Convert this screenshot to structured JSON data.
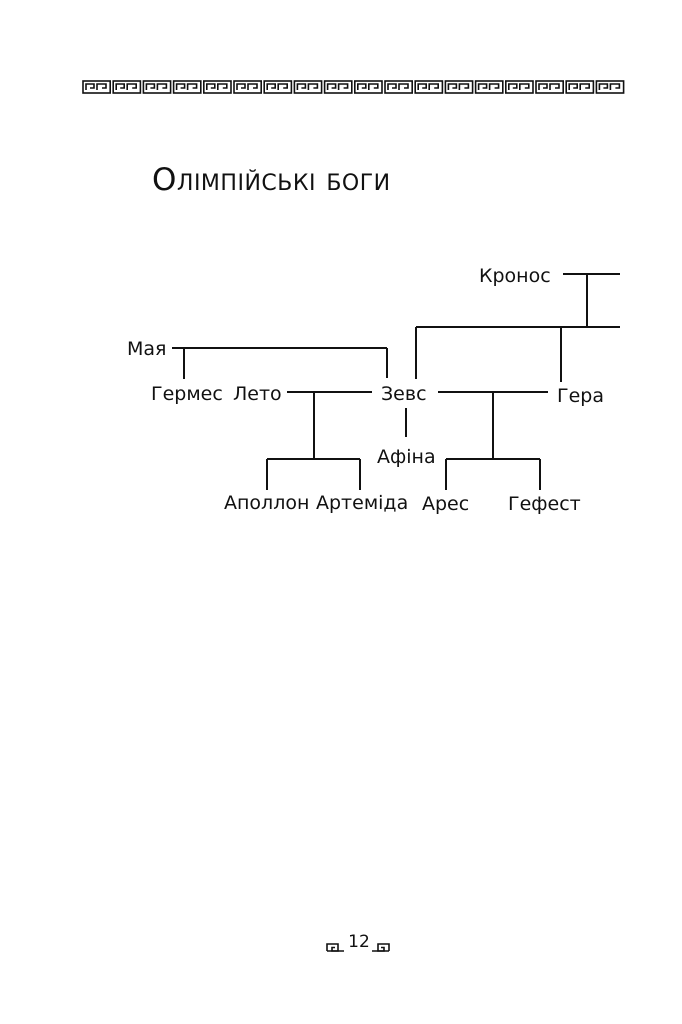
{
  "header": {
    "ornament": "greek-key-border"
  },
  "title": "Олімпійські боги",
  "tree": {
    "names": {
      "kronos": "Кронос",
      "maia": "Мая",
      "hermes": "Гермес",
      "leto": "Лето",
      "zeus": "Зевс",
      "hera": "Гера",
      "athena": "Афіна",
      "apollo": "Аполлон",
      "artemis": "Артеміда",
      "ares": "Арес",
      "hephaestus": "Гефест"
    }
  },
  "footer": {
    "page_number": "12",
    "ornament": "greek-key-small"
  }
}
